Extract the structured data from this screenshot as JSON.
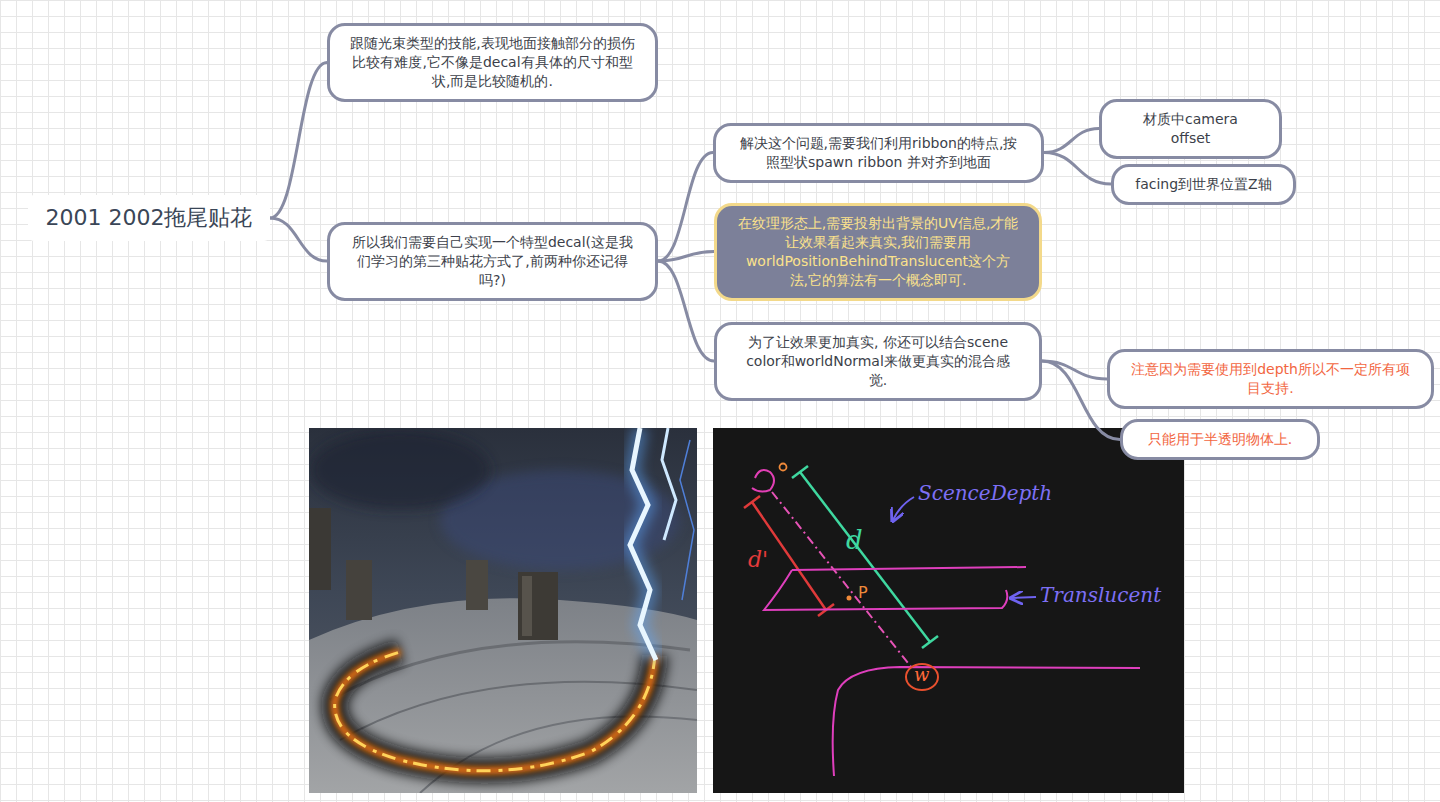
{
  "diagram": {
    "nodes": [
      {
        "text": [
          "2001 2002拖尾贴花"
        ]
      },
      {
        "text": [
          "跟随光束类型的技能,表现地面接触部分的损伤比较有难度,它不像是decal有具体的尺寸和型状,而是比较随机的."
        ]
      },
      {
        "text": [
          "所以我们需要自己实现一个特型decal(这是我们学习的第三种贴花方式了,前两种你还记得吗?)"
        ]
      },
      {
        "text": [
          "解决这个问题,需要我们利用ribbon的特点,按照型状spawn ribbon 并对齐到地面"
        ]
      },
      {
        "text": [
          "材质中camera offset"
        ]
      },
      {
        "text": [
          "facing到世界位置Z轴"
        ]
      },
      {
        "text": [
          "在纹理形态上,需要投射出背景的UV信息,才能让效果看起来真实,我们需要用worldPositionBehindTranslucent这个方法,它的算法有一个概念即可."
        ]
      },
      {
        "text": [
          "为了让效果更加真实, 你还可以结合scene color和worldNormal来做更真实的混合感觉."
        ]
      },
      {
        "text": [
          "注意因为需要使用到depth所以不一定所有项目支持."
        ]
      },
      {
        "text": [
          "只能用于半透明物体上."
        ]
      }
    ],
    "edges": [
      {
        "from": 0,
        "to": 1,
        "arrow": "none"
      },
      {
        "from": 0,
        "to": 2,
        "arrow": "none"
      },
      {
        "from": 2,
        "to": 3,
        "arrow": "none"
      },
      {
        "from": 2,
        "to": 6,
        "arrow": "none"
      },
      {
        "from": 2,
        "to": 7,
        "arrow": "none"
      },
      {
        "from": 3,
        "to": 4,
        "arrow": "none"
      },
      {
        "from": 3,
        "to": 5,
        "arrow": "none"
      },
      {
        "from": 7,
        "to": 8,
        "arrow": "none"
      },
      {
        "from": 7,
        "to": 9,
        "arrow": "none"
      }
    ],
    "labels": [
      "ScenceDepth",
      "Translucent",
      "d",
      "d'",
      "P",
      "w"
    ]
  }
}
